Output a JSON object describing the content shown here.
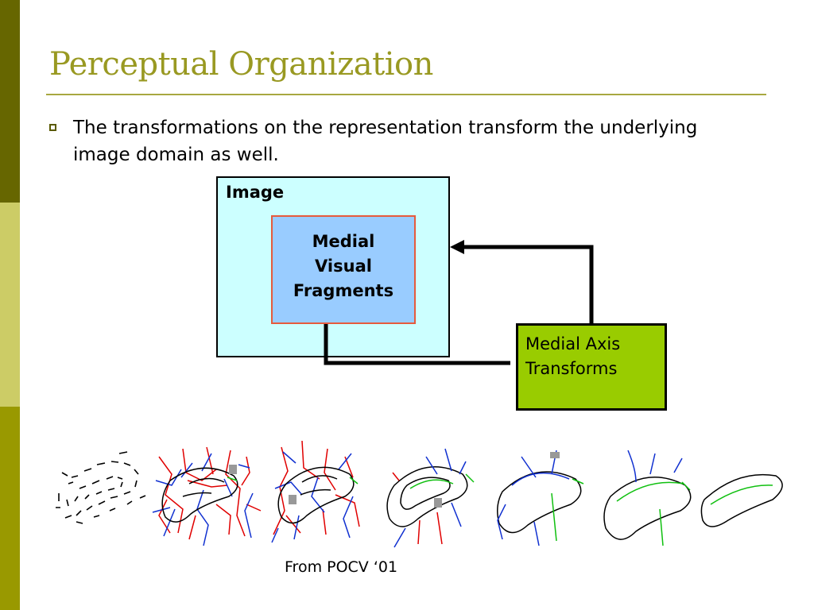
{
  "slide": {
    "title": "Perceptual Organization",
    "bullet": "The transformations on the representation transform the underlying image domain as well.",
    "caption": "From POCV ‘01"
  },
  "diagram": {
    "image_box_label": "Image",
    "fragments_label": "Medial\nVisual\nFragments",
    "transforms_label": "Medial Axis\nTransforms"
  },
  "figure_strip": {
    "panels": 7,
    "stroke_colors": {
      "contour": "#000000",
      "medial_red": "#e00000",
      "medial_blue": "#1030d0",
      "medial_green": "#10c010",
      "marker_gray": "#999999"
    }
  },
  "colors": {
    "sidebar_top": "#666600",
    "sidebar_middle": "#cccc66",
    "sidebar_bottom": "#999900",
    "title": "#999922",
    "image_box": "#ccffff",
    "fragments_box": "#99ccff",
    "fragments_border": "#e65a3c",
    "transforms_box": "#99cc00"
  }
}
